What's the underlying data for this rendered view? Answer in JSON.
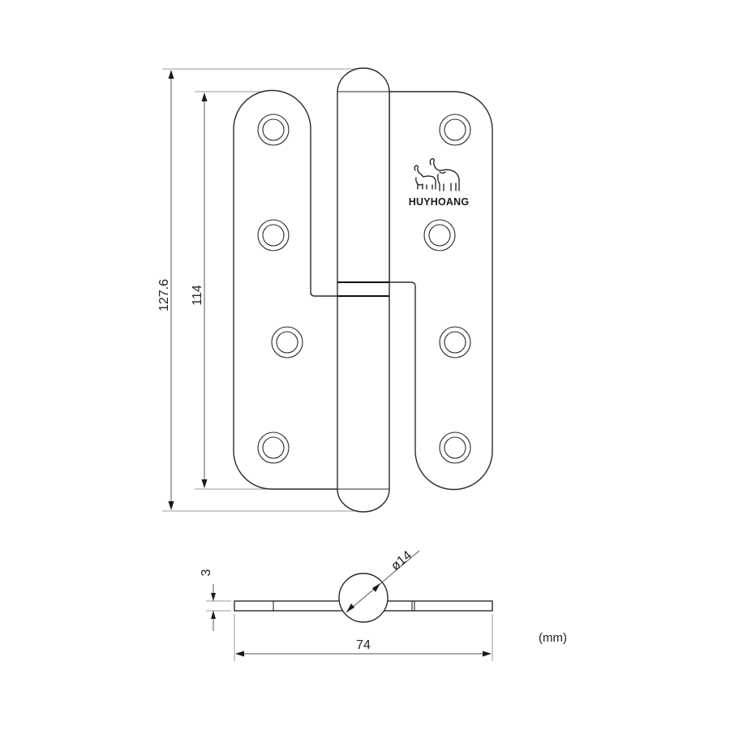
{
  "drawing": {
    "title": "Lift-off hinge technical drawing",
    "brand_logo": {
      "icon": "elephants-icon",
      "text": "HUYHOANG"
    },
    "front_view": {
      "dimensions": {
        "overall_height": "127.6",
        "leaf_height": "114"
      },
      "holes_left_leaf": 4,
      "holes_right_leaf": 4
    },
    "end_view": {
      "dimensions": {
        "thickness": "3",
        "knuckle_diameter": "ø14",
        "overall_width": "74"
      }
    },
    "unit_label": "(mm)"
  }
}
